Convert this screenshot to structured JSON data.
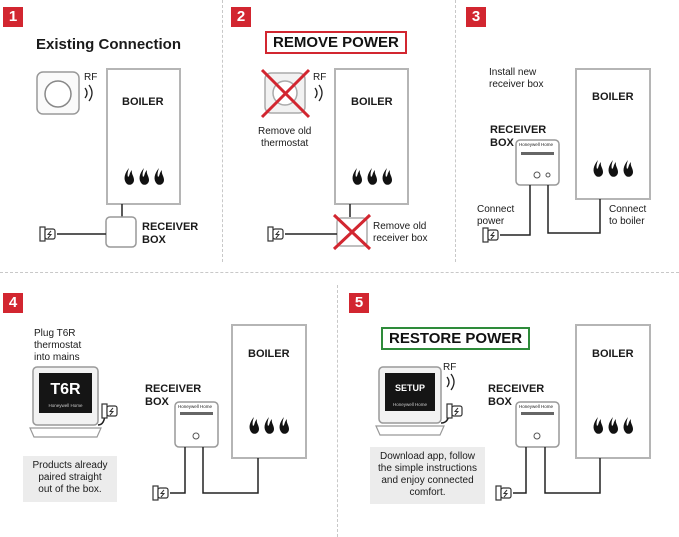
{
  "steps": [
    {
      "number": "1",
      "title": "Existing Connection",
      "rf": "RF",
      "boiler": "BOILER",
      "receiver": "RECEIVER\nBOX"
    },
    {
      "number": "2",
      "title": "REMOVE POWER",
      "title_color": "#d22630",
      "rf": "RF",
      "boiler": "BOILER",
      "remove_thermostat": "Remove old\nthermostat",
      "remove_receiver": "Remove old\nreceiver box"
    },
    {
      "number": "3",
      "install": "Install new\nreceiver box",
      "receiver": "RECEIVER\nBOX",
      "boiler": "BOILER",
      "connect_power": "Connect\npower",
      "connect_boiler": "Connect\nto boiler"
    },
    {
      "number": "4",
      "plug": "Plug T6R\nthermostat\ninto mains",
      "display": "T6R",
      "receiver": "RECEIVER\nBOX",
      "boiler": "BOILER",
      "note": "Products already\npaired straight\nout of the box."
    },
    {
      "number": "5",
      "title": "RESTORE POWER",
      "title_color": "#2e8b3a",
      "rf": "RF",
      "display": "SETUP",
      "receiver": "RECEIVER\nBOX",
      "boiler": "BOILER",
      "note": "Download app, follow\nthe simple instructions\nand enjoy connected\ncomfort."
    }
  ],
  "brand": "Honeywell Home",
  "accent": "#d22630"
}
